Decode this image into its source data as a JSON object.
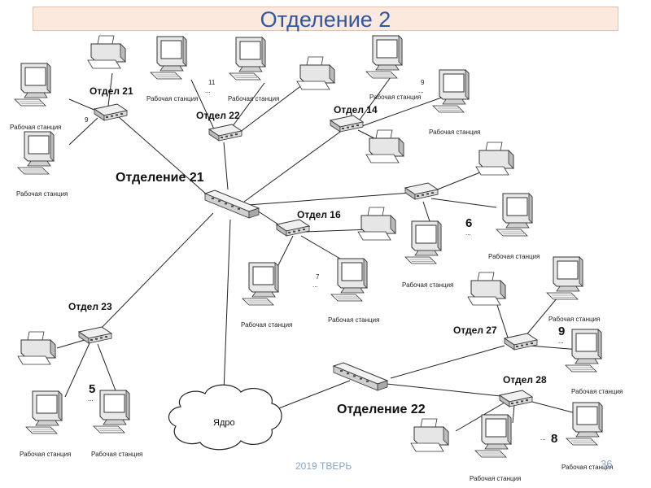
{
  "title": "Отделение 2",
  "footer": "2019 ТВЕРЬ",
  "page_number": "36",
  "core_label": "Ядро",
  "divisions": [
    {
      "id": "div21",
      "label": "Отделение 21"
    },
    {
      "id": "div22",
      "label": "Отделение 22"
    }
  ],
  "departments": [
    {
      "id": "d21",
      "label": "Отдел 21"
    },
    {
      "id": "d22",
      "label": "Отдел 22"
    },
    {
      "id": "d14",
      "label": "Отдел 14"
    },
    {
      "id": "d16",
      "label": "Отдел 16"
    },
    {
      "id": "d23",
      "label": "Отдел 23"
    },
    {
      "id": "d27",
      "label": "Отдел 27"
    },
    {
      "id": "d28",
      "label": "Отдел 28"
    }
  ],
  "workstation_label": "Рабочая станция",
  "counts": [
    {
      "id": "c21",
      "text": "9"
    },
    {
      "id": "c22",
      "text": "11"
    },
    {
      "id": "c14",
      "text": "9"
    },
    {
      "id": "c6",
      "text": "6"
    },
    {
      "id": "c16",
      "text": "7"
    },
    {
      "id": "c23",
      "text": "5"
    },
    {
      "id": "c27",
      "text": "9"
    },
    {
      "id": "c28",
      "text": "8"
    }
  ],
  "ellipsis": "..."
}
